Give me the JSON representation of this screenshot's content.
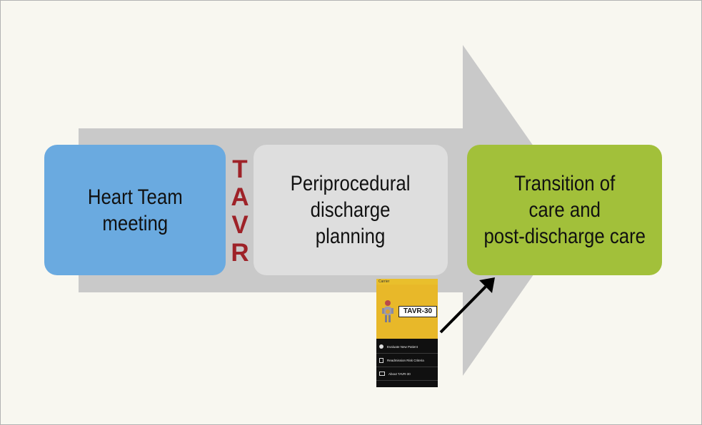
{
  "boxes": {
    "heart_team": "Heart Team\nmeeting",
    "periprocedural": "Periprocedural\ndischarge\nplanning",
    "transition": "Transition of\ncare and\npost-discharge care"
  },
  "tavr_letters": [
    "T",
    "A",
    "V",
    "R"
  ],
  "phone": {
    "status": "Carrier",
    "logo": "TAVR-30",
    "menu": [
      "Evaluate New Patient",
      "Readmission Risk Criteria",
      "About TAVR-30"
    ]
  },
  "colors": {
    "background": "#f8f7f0",
    "arrow": "#c9c9c9",
    "heart_team_box": "#6aaae0",
    "periprocedural_box": "#dedede",
    "transition_box": "#a2c03a",
    "tavr_text": "#9e2228",
    "app_yellow": "#e8b829"
  },
  "icons": [
    "large-process-arrow-icon",
    "pointer-arrow-icon"
  ]
}
